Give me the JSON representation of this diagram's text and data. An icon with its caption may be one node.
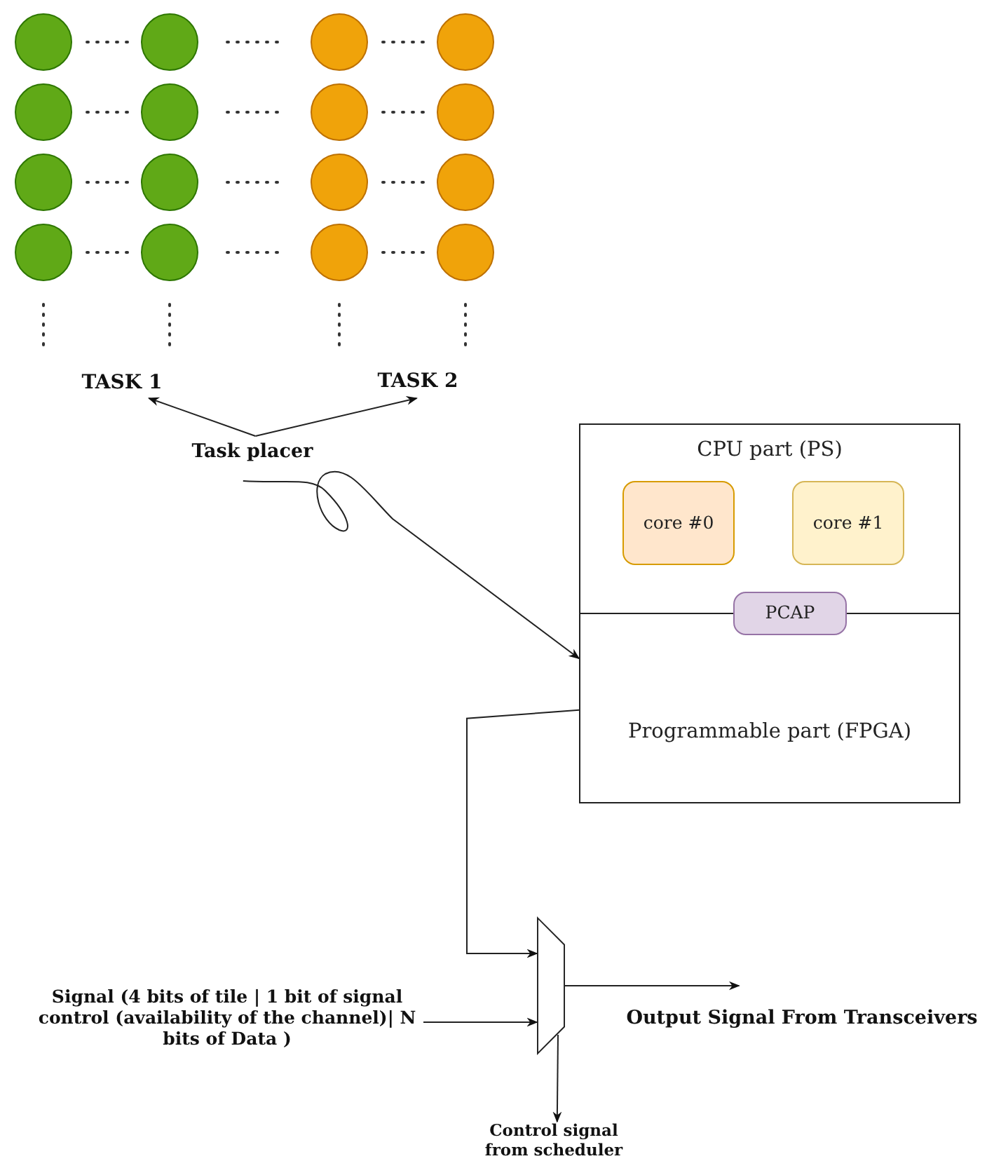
{
  "diagram": {
    "nodes": [
      {
        "text": [
          "TASK 1"
        ]
      },
      {
        "text": [
          "TASK 2"
        ]
      },
      {
        "text": [
          "Task placer"
        ]
      },
      {
        "text": [
          "CPU part (PS)"
        ]
      },
      {
        "text": [
          "Programmable part (FPGA)"
        ]
      },
      {
        "text": [
          "core #0"
        ],
        "in": 3
      },
      {
        "text": [
          "core #1"
        ],
        "in": 3
      },
      {
        "text": [
          "PCAP"
        ]
      },
      {
        "text": [],
        "shape": "trapezoid"
      },
      {
        "text": [
          "Signal (4 bits of tile | 1 bit of signal control (availability of the channel)| N bits of Data )"
        ]
      },
      {
        "text": [
          "Output Signal From Transceivers"
        ]
      },
      {
        "text": [
          "Control signal from scheduler"
        ]
      }
    ],
    "edges": [
      {
        "from": 2,
        "to": 0,
        "arrow": "to"
      },
      {
        "from": 2,
        "to": 1,
        "arrow": "to"
      },
      {
        "from": 2,
        "to": 4,
        "arrow": "to"
      },
      {
        "from": 4,
        "to": 8,
        "arrow": "to"
      },
      {
        "from": 9,
        "to": 8,
        "arrow": "to"
      },
      {
        "from": 8,
        "to": 10,
        "arrow": "to"
      },
      {
        "from": 8,
        "to": 11,
        "arrow": "to"
      }
    ]
  }
}
